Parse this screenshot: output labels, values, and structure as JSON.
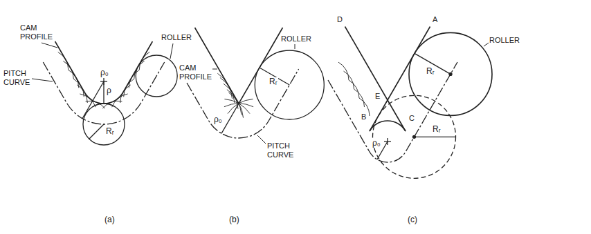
{
  "diagram": {
    "labels": [
      "CAM PROFILE",
      "ρ₀",
      "ρ",
      "PITCH CURVE",
      "Rᵣ",
      "ROLLER",
      "(a)",
      "CAM PROFILE",
      "ROLLER",
      "Rᵣ",
      "ρ₀",
      "PITCH CURVE",
      "(b)",
      "D",
      "A",
      "ROLLER",
      "Rᵣ",
      "E",
      "B",
      "C",
      "ρ₀",
      "Rᵣ",
      "(c)"
    ]
  }
}
